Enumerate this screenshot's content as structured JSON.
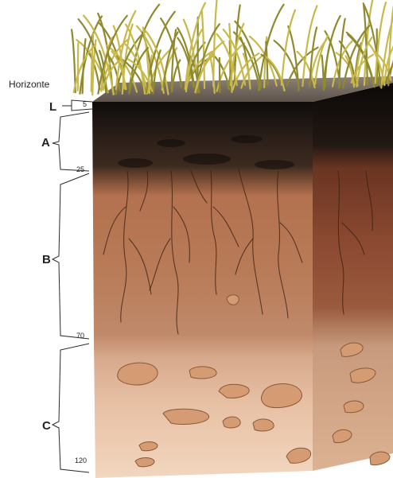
{
  "title": "Horizonte",
  "horizons": [
    {
      "label": "L",
      "depth_bottom": "5",
      "color_top": "#141010",
      "color_bottom": "#1e1612"
    },
    {
      "label": "A",
      "depth_bottom": "25",
      "color_top": "#2a1e17",
      "color_bottom": "#4a3325"
    },
    {
      "label": "B",
      "depth_bottom": "70",
      "color_top": "#b77654",
      "color_bottom": "#c99378"
    },
    {
      "label": "C",
      "depth_bottom": "120",
      "color_top": "#e3b89c",
      "color_bottom": "#efceb3"
    }
  ],
  "colors": {
    "grass": "#8f8a2e",
    "grass_light": "#c9b84a",
    "side_face": "#7d4328",
    "root": "#3b1f10",
    "stone_fill": "#d59b73"
  }
}
